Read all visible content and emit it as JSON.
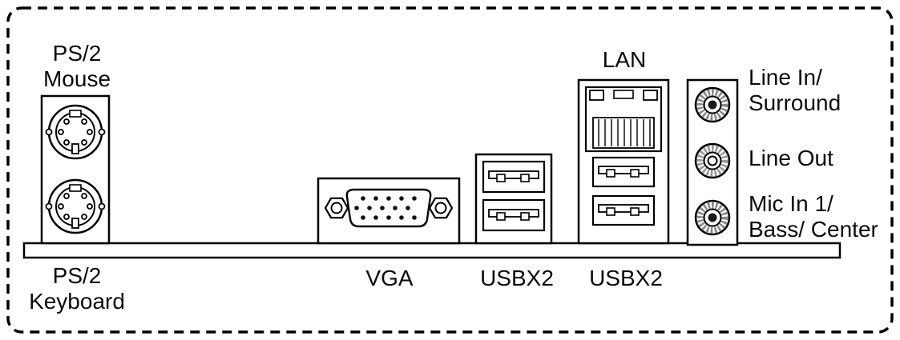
{
  "colors": {
    "ink": "#000000",
    "paper": "#ffffff"
  },
  "labels": {
    "ps2_mouse": [
      "PS/2",
      "Mouse"
    ],
    "ps2_keyboard": [
      "PS/2",
      "Keyboard"
    ],
    "vga": "VGA",
    "usb_left": "USBX2",
    "usb_right": "USBX2",
    "lan": "LAN",
    "line_in": [
      "Line In/",
      "Surround"
    ],
    "line_out": "Line Out",
    "mic_in": [
      "Mic In 1/",
      "Bass/ Center"
    ]
  }
}
